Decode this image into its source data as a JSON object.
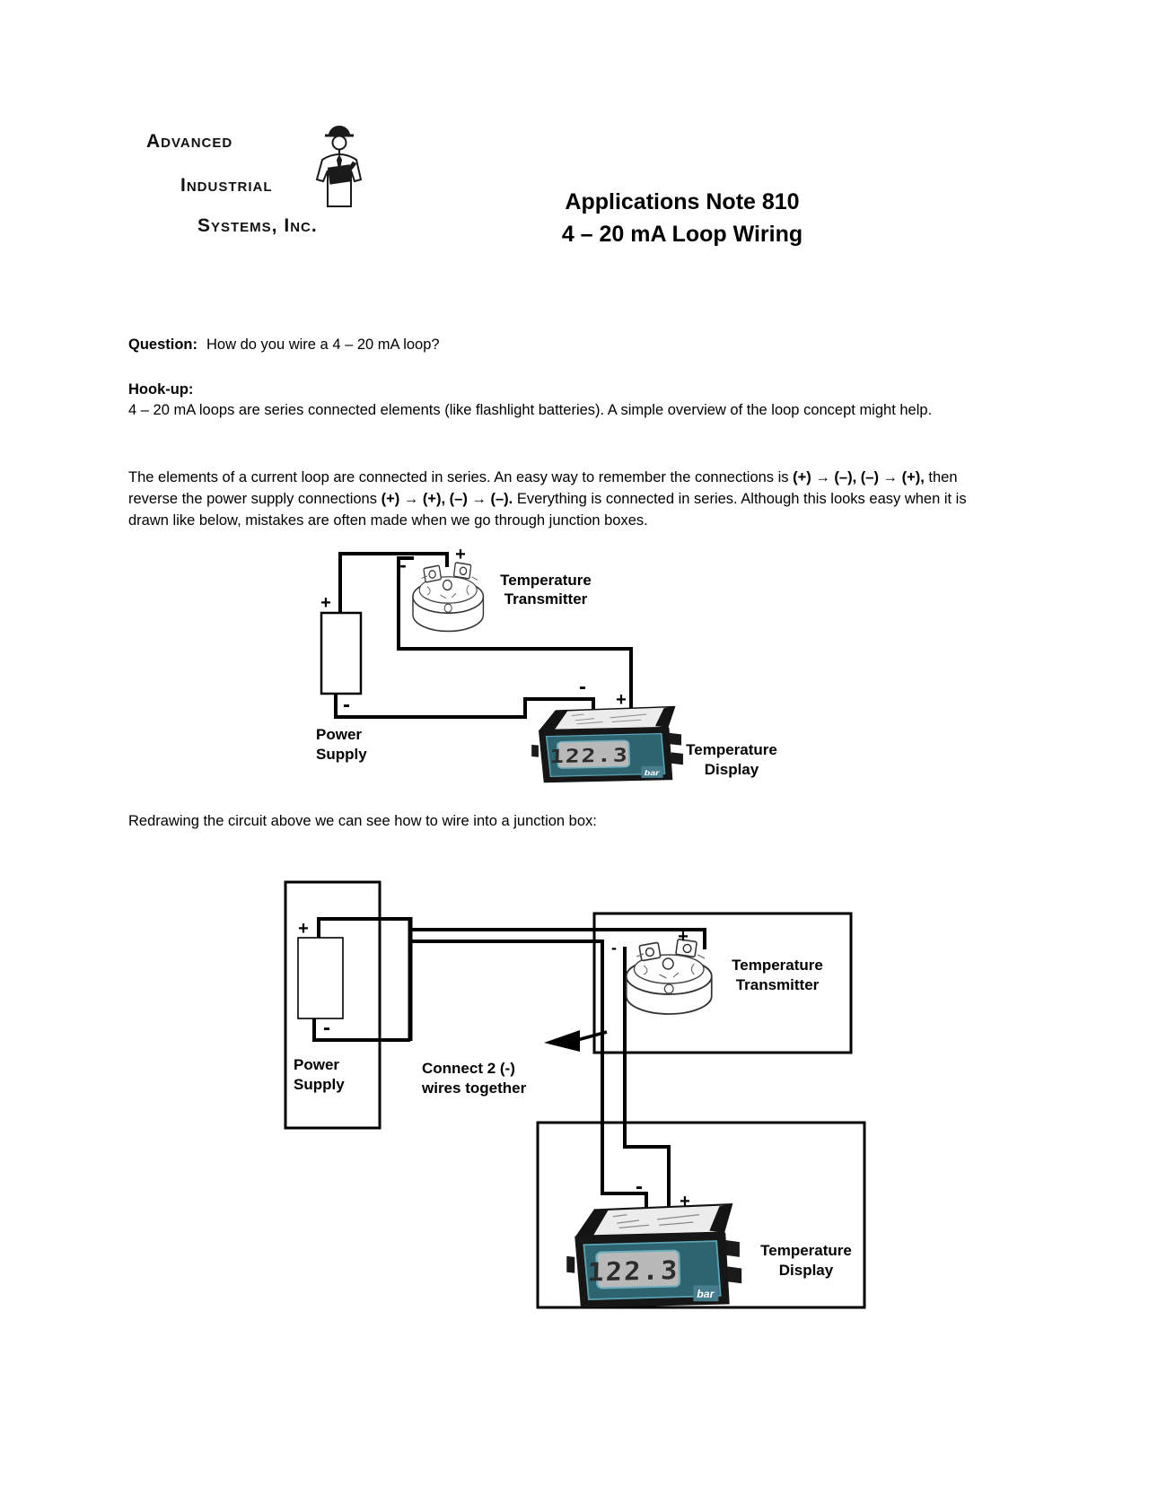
{
  "logo": {
    "line1": "Advanced",
    "line2": "Industrial",
    "line3": "Systems, Inc."
  },
  "title": {
    "line1": "Applications Note 810",
    "line2": "4 – 20 mA Loop Wiring"
  },
  "qa": {
    "question_label": "Question:",
    "question_text": "How do you wire a 4 – 20 mA loop?",
    "hookup_label": "Hook-up:",
    "para1": "4 – 20 mA loops are series connected elements (like flashlight batteries).  A simple overview of the loop concept might help.",
    "para2": {
      "seg1": "The elements of a current loop are connected in series.  An easy way to remember the connections is ",
      "seg2": "(+) → (–), (–) → (+),",
      "seg3": " then reverse the power supply connections ",
      "seg4": "(+) → (+), (–) → (–).",
      "seg5": "  Everything is connected in series.  Although this looks easy when it is drawn like below, mistakes are often made when we go through junction boxes."
    },
    "redraw_text": "Redrawing the circuit above we can see how to wire into a junction box:"
  },
  "diagram1": {
    "power_supply": {
      "plus": "+",
      "minus": "-",
      "label1": "Power",
      "label2": "Supply"
    },
    "transmitter": {
      "minus": "-",
      "plus": "+",
      "label1": "Temperature",
      "label2": "Transmitter"
    },
    "display": {
      "minus": "-",
      "plus": "+",
      "label1": "Temperature",
      "label2": "Display",
      "lcd": "122.3",
      "badge": "bar"
    }
  },
  "diagram2": {
    "power_supply": {
      "plus": "+",
      "minus": "-",
      "label1": "Power",
      "label2": "Supply"
    },
    "transmitter": {
      "minus": "-",
      "plus": "+",
      "label1": "Temperature",
      "label2": "Transmitter"
    },
    "display": {
      "minus": "-",
      "plus": "+",
      "label1": "Temperature",
      "label2": "Display",
      "lcd": "122.3",
      "badge": "bar"
    },
    "connect_note": {
      "line1": "Connect 2 (-)",
      "line2": "wires together"
    }
  },
  "colors": {
    "teal": "#2e6370",
    "teal_light": "#5ba3b3",
    "lcd": "#b9b9b9",
    "bezel": "#161616",
    "badge_teal": "#477e8d"
  }
}
